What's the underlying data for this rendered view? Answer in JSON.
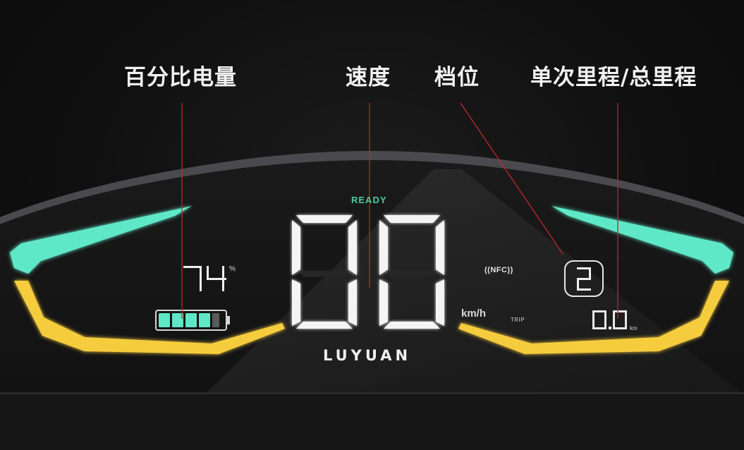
{
  "callouts": {
    "battery": "百分比电量",
    "speed": "速度",
    "gear": "档位",
    "trip": "单次里程/总里程"
  },
  "status": {
    "ready": "READY"
  },
  "speed": {
    "value": "00",
    "unit": "km/h"
  },
  "battery": {
    "value": "74",
    "unit": "%",
    "level_bars_filled": 4,
    "level_bars_total": 5
  },
  "gear": {
    "value": "2"
  },
  "nfc": {
    "label": "((NFC))"
  },
  "trip": {
    "label": "TRIP",
    "value": "0.0",
    "unit": "km"
  },
  "brand": {
    "name": "LUYUAN"
  },
  "colors": {
    "accent_teal": "#5ee8c8",
    "accent_yellow": "#f5cc3d",
    "ready_green": "#4ec9a3",
    "callout_line": "#c0262b",
    "segment_on": "#f4f4f4"
  },
  "icons": {
    "battery": "battery-icon",
    "nfc": "nfc-icon"
  }
}
